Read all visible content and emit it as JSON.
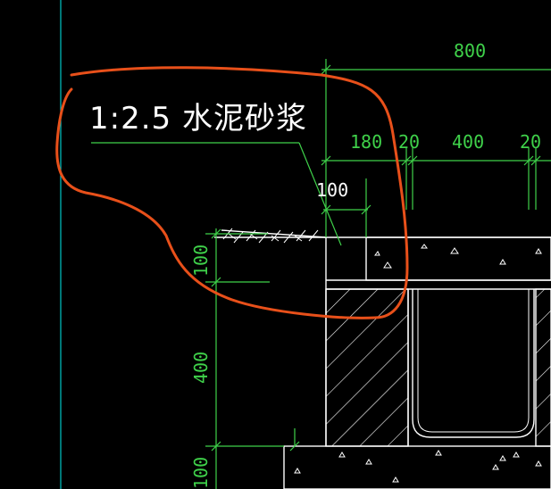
{
  "note": {
    "label": "1:2.5 水泥砂浆"
  },
  "dimensions": {
    "top_total": "800",
    "seg1": "180",
    "seg2": "20",
    "seg3": "400",
    "seg4": "20",
    "offset": "100",
    "left_top": "100",
    "left_mid": "400",
    "left_bottom": "100"
  },
  "colors": {
    "background": "#000000",
    "dimension": "#3fd14a",
    "outline": "#ffffff",
    "guide": "#00c8c8",
    "markup": "#e8501a"
  }
}
